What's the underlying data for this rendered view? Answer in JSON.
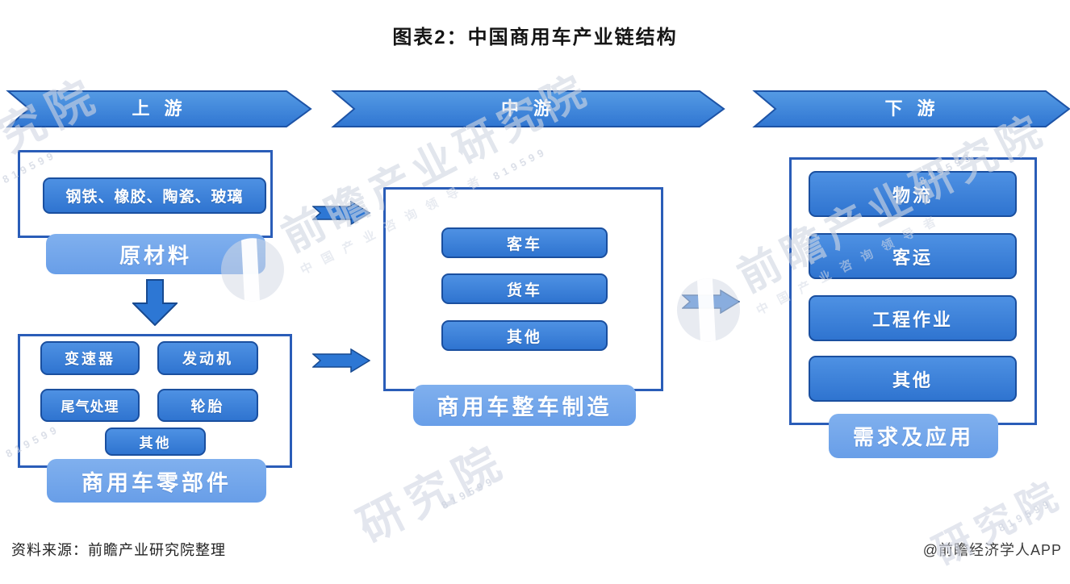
{
  "title": "图表2：中国商用车产业链结构",
  "banners": {
    "upstream": "上 游",
    "midstream": "中 游",
    "downstream": "下 游"
  },
  "upstream": {
    "materials_item": "钢铁、橡胶、陶瓷、玻璃",
    "materials_label": "原材料",
    "parts_items": [
      "变速器",
      "发动机",
      "尾气处理",
      "轮胎",
      "其他"
    ],
    "parts_label": "商用车零部件"
  },
  "midstream": {
    "items": [
      "客车",
      "货车",
      "其他"
    ],
    "label": "商用车整车制造"
  },
  "downstream": {
    "items": [
      "物流",
      "客运",
      "工程作业",
      "其他"
    ],
    "label": "需求及应用"
  },
  "footer": {
    "source": "资料来源：前瞻产业研究院整理",
    "credit": "@前瞻经济学人APP"
  },
  "watermark": {
    "brand": "前瞻产业研究院",
    "tagline": "中国产业咨询领导者",
    "digits": "819599",
    "partial": "研究院"
  },
  "colors": {
    "accent_blue": "#2d77d4",
    "dark_blue_border": "#1a4f9f",
    "box_border_blue": "#2a5db8",
    "label_light_blue": "#74a8ea"
  }
}
